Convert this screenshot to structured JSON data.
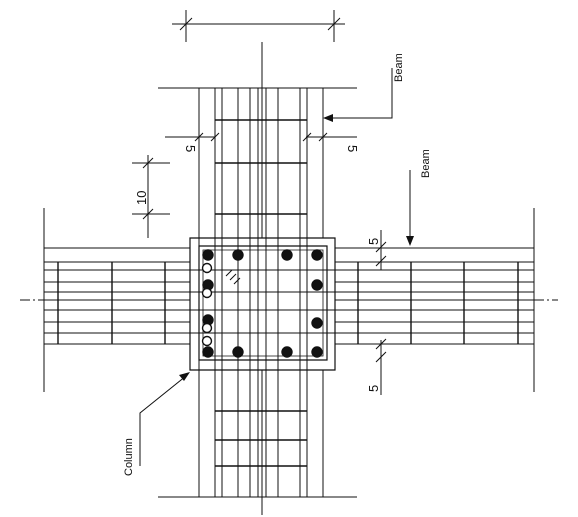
{
  "labels": {
    "beam_top": "Beam",
    "beam_side": "Beam",
    "column": "Column"
  },
  "dimensions": {
    "cover_left": "5",
    "cover_right": "5",
    "spacing": "10",
    "cover_top": "5",
    "cover_bottom": "5"
  },
  "colors": {
    "ink": "#111111",
    "background": "#ffffff"
  }
}
